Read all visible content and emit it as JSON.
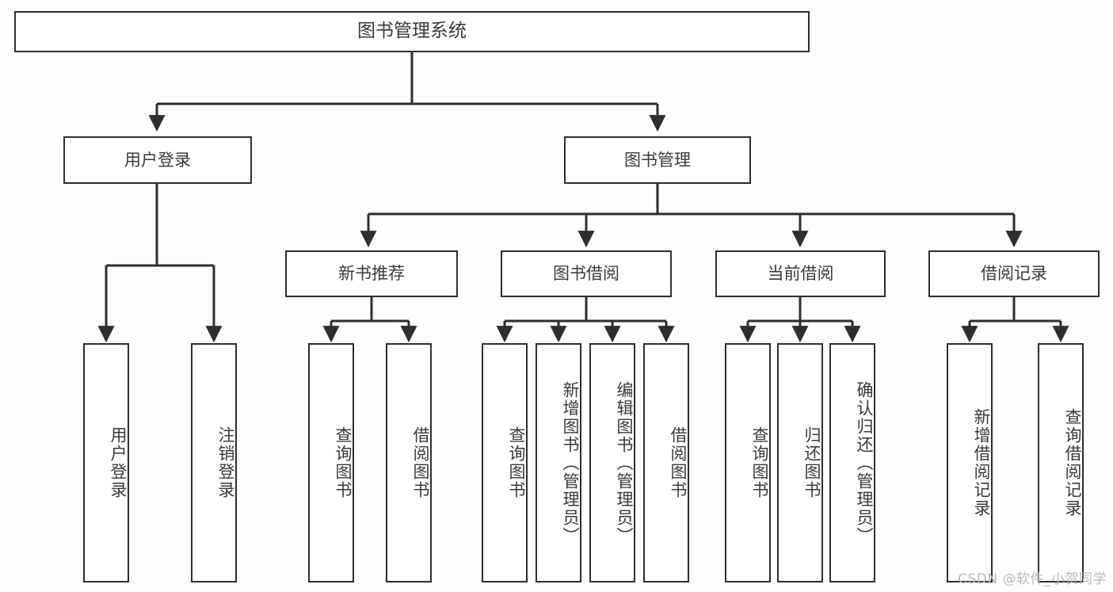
{
  "diagram": {
    "title": "图书管理系统",
    "watermark": "CSDN @软件_小贺同学",
    "colors": {
      "background": "#fdfdfd",
      "box_fill": "#ffffff",
      "box_border": "#2e2e2e",
      "connector": "#2e2e2e",
      "text": "#3a3a3a",
      "watermark": "#b9b9b9"
    },
    "root": {
      "label": "图书管理系统"
    },
    "level2": [
      {
        "label": "用户登录"
      },
      {
        "label": "图书管理"
      }
    ],
    "level3": [
      {
        "label": "新书推荐"
      },
      {
        "label": "图书借阅"
      },
      {
        "label": "当前借阅"
      },
      {
        "label": "借阅记录"
      }
    ],
    "leaves": {
      "user_login": [
        {
          "label": "用户登录"
        },
        {
          "label": "注销登录"
        }
      ],
      "new_book_recommend": [
        {
          "label": "查询图书"
        },
        {
          "label": "借阅图书"
        }
      ],
      "book_borrow": [
        {
          "label": "查询图书"
        },
        {
          "label": "新增图书（管理员）"
        },
        {
          "label": "编辑图书（管理员）"
        },
        {
          "label": "借阅图书"
        }
      ],
      "current_borrow": [
        {
          "label": "查询图书"
        },
        {
          "label": "归还图书"
        },
        {
          "label": "确认归还（管理员）"
        }
      ],
      "borrow_record": [
        {
          "label": "新增借阅记录"
        },
        {
          "label": "查询借阅记录"
        }
      ]
    }
  }
}
